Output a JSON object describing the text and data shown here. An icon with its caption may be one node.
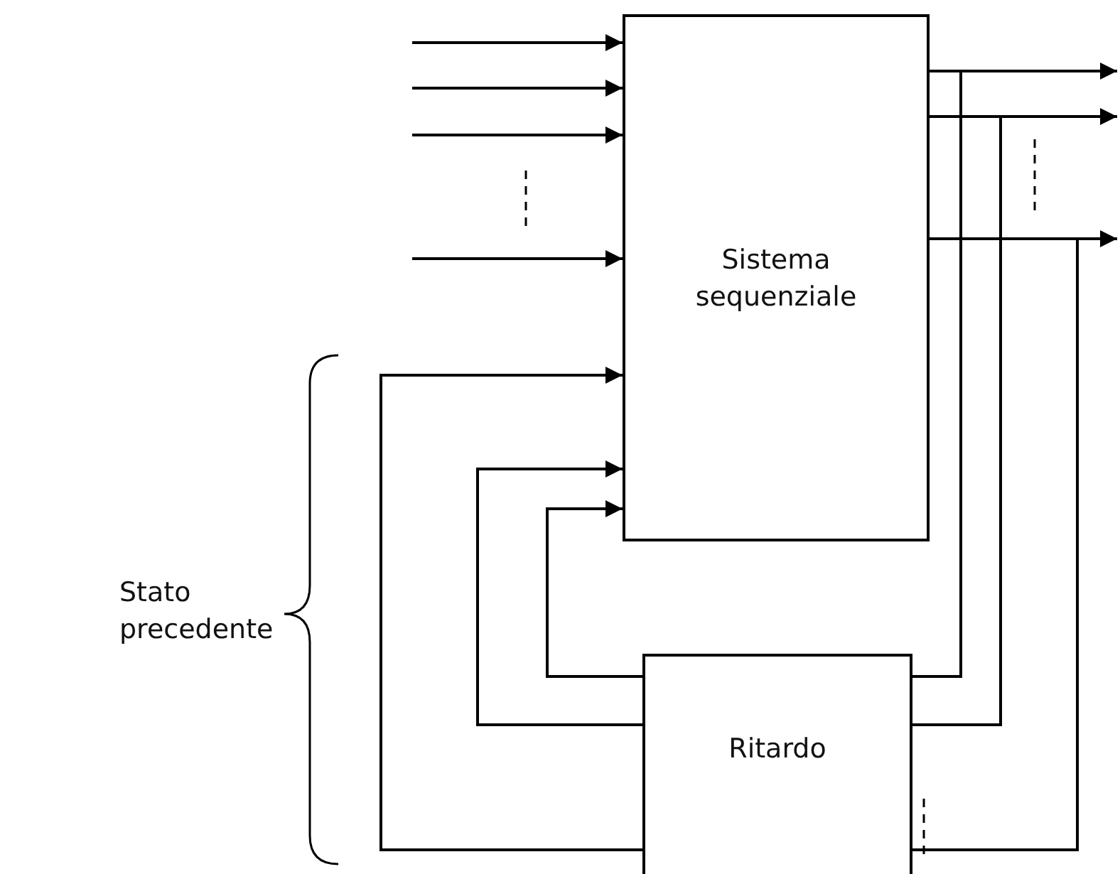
{
  "diagram": {
    "nodes": [
      {
        "text": [
          "Sistema sequenziale"
        ]
      },
      {
        "text": [
          "Ritardo"
        ]
      }
    ],
    "edges": [
      {
        "from": null,
        "to": 0,
        "arrow": "to"
      },
      {
        "from": null,
        "to": 0,
        "arrow": "to"
      },
      {
        "from": null,
        "to": 0,
        "arrow": "to"
      },
      {
        "from": null,
        "to": 0,
        "arrow": "to"
      },
      {
        "from": 0,
        "to": null,
        "arrow": "to"
      },
      {
        "from": 0,
        "to": null,
        "arrow": "to"
      },
      {
        "from": 0,
        "to": null,
        "arrow": "to"
      },
      {
        "from": 0,
        "to": 1,
        "arrow": "none"
      },
      {
        "from": 0,
        "to": 1,
        "arrow": "none"
      },
      {
        "from": 0,
        "to": 1,
        "arrow": "none"
      },
      {
        "from": 1,
        "to": 0,
        "arrow": "to"
      },
      {
        "from": 1,
        "to": 0,
        "arrow": "to"
      },
      {
        "from": 1,
        "to": 0,
        "arrow": "to"
      }
    ],
    "labels": [
      "Stato precedente"
    ]
  }
}
